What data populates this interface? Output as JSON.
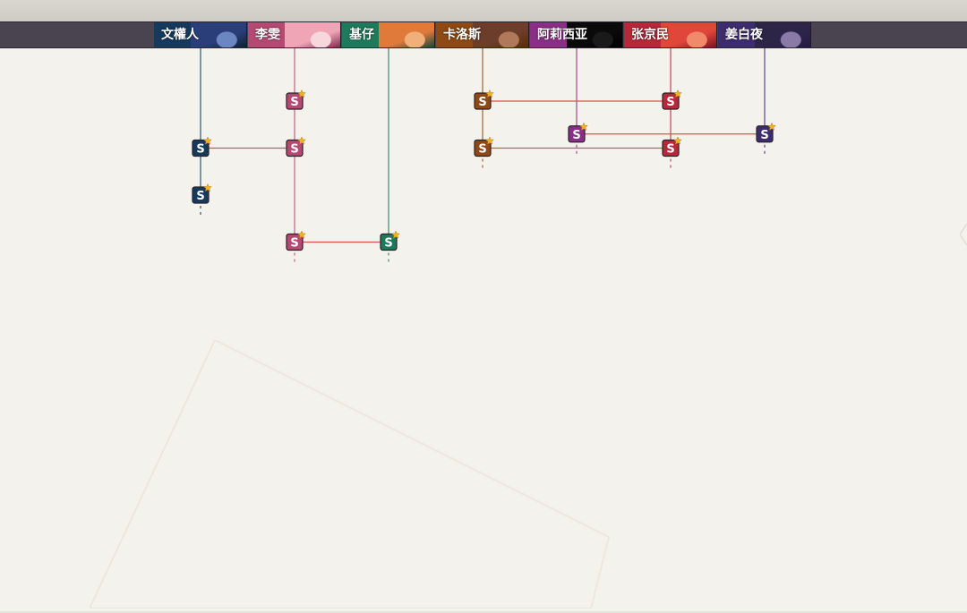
{
  "characters": [
    {
      "id": "wen",
      "name": "文權人",
      "color": "#163a5c",
      "dark": "#0d2237",
      "portrait": [
        "#2a3f7a",
        "#6c86c2"
      ]
    },
    {
      "id": "li",
      "name": "李雯",
      "color": "#b44a72",
      "dark": "#7a2b4c",
      "portrait": [
        "#f0a5b6",
        "#f8d7dc"
      ]
    },
    {
      "id": "ji",
      "name": "基仔",
      "color": "#1f7a5c",
      "dark": "#124a37",
      "portrait": [
        "#e07a3a",
        "#f1b07a"
      ]
    },
    {
      "id": "ka",
      "name": "卡洛斯",
      "color": "#8e4a14",
      "dark": "#5a2d0a",
      "portrait": [
        "#6b3d2a",
        "#b07a5a"
      ]
    },
    {
      "id": "a",
      "name": "阿莉西亚",
      "color": "#8a2f86",
      "dark": "#000000",
      "portrait": [
        "#0a0a0a",
        "#1a1a1a"
      ]
    },
    {
      "id": "zhang",
      "name": "张京民",
      "color": "#b6283a",
      "dark": "#7a1522",
      "portrait": [
        "#e0463a",
        "#f08a6a"
      ]
    },
    {
      "id": "jiang",
      "name": "姜白夜",
      "color": "#3d2c6e",
      "dark": "#231845",
      "portrait": [
        "#2d2548",
        "#8a7aa8"
      ]
    }
  ],
  "node_label": "S",
  "line_color": "#d9534f",
  "star_color": "#f2b322",
  "nodes": [
    {
      "id": "li-1",
      "char": "li",
      "row": 1
    },
    {
      "id": "wen-2",
      "char": "wen",
      "row": 2
    },
    {
      "id": "li-2",
      "char": "li",
      "row": 2
    },
    {
      "id": "wen-3",
      "char": "wen",
      "row": 3
    },
    {
      "id": "li-4",
      "char": "li",
      "row": 4
    },
    {
      "id": "ji-4",
      "char": "ji",
      "row": 4
    },
    {
      "id": "ka-1",
      "char": "ka",
      "row": 1
    },
    {
      "id": "zhang-1",
      "char": "zhang",
      "row": 1
    },
    {
      "id": "a-2",
      "char": "a",
      "row": 1.7
    },
    {
      "id": "jiang-2",
      "char": "jiang",
      "row": 1.7
    },
    {
      "id": "ka-2",
      "char": "ka",
      "row": 2
    },
    {
      "id": "zhang-2",
      "char": "zhang",
      "row": 2
    }
  ],
  "links": [
    [
      "wen-2",
      "li-2"
    ],
    [
      "li-4",
      "ji-4"
    ],
    [
      "ka-1",
      "zhang-1"
    ],
    [
      "a-2",
      "jiang-2"
    ],
    [
      "ka-2",
      "zhang-2"
    ]
  ],
  "columns": [
    {
      "char": "wen",
      "last_row": 3
    },
    {
      "char": "li",
      "last_row": 4
    },
    {
      "char": "ji",
      "last_row": 4
    },
    {
      "char": "ka",
      "last_row": 2
    },
    {
      "char": "a",
      "last_row": 1.7
    },
    {
      "char": "zhang",
      "last_row": 2
    },
    {
      "char": "jiang",
      "last_row": 1.7
    }
  ]
}
